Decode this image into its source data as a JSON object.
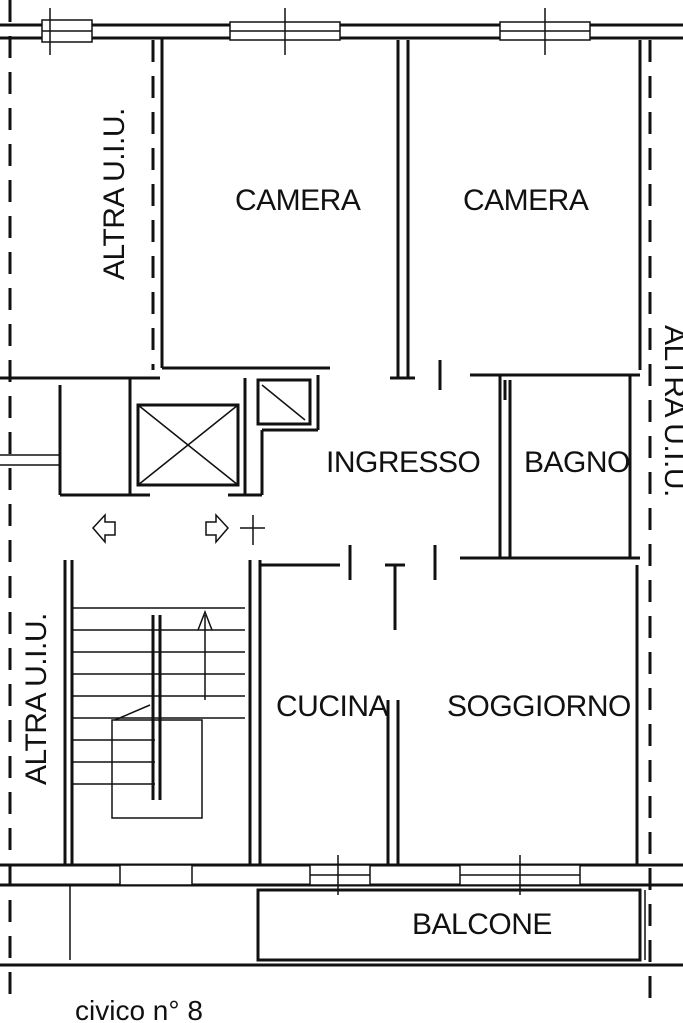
{
  "rooms": {
    "camera_left": "CAMERA",
    "camera_right": "CAMERA",
    "ingresso": "INGRESSO",
    "bagno": "BAGNO",
    "cucina": "CUCINA",
    "soggiorno": "SOGGIORNO",
    "balcone": "BALCONE"
  },
  "neighbours": {
    "altra_top_left": "ALTRA U.I.U.",
    "altra_bottom_left": "ALTRA U.I.U.",
    "altra_right": "ALTRA U.I.U."
  },
  "caption": "civico n° 8"
}
